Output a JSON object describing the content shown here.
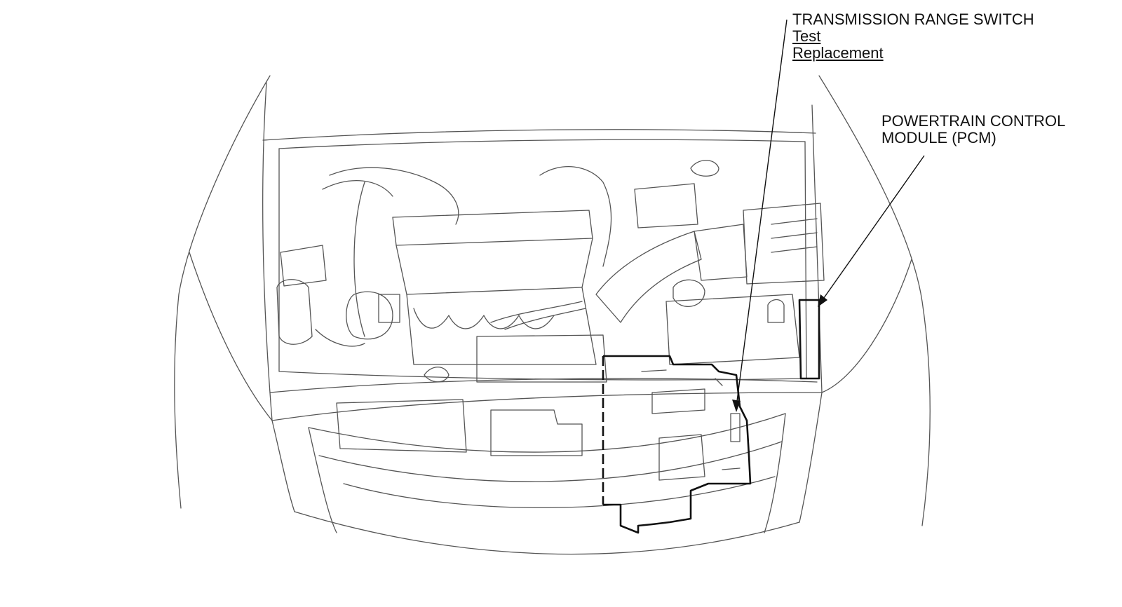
{
  "callouts": {
    "trs": {
      "title": "TRANSMISSION RANGE SWITCH",
      "links": [
        "Test",
        "Replacement"
      ]
    },
    "pcm": {
      "title_line1": "POWERTRAIN CONTROL",
      "title_line2": "MODULE (PCM)"
    }
  },
  "colors": {
    "line": "#555555",
    "highlight": "#111111",
    "background": "#ffffff"
  }
}
